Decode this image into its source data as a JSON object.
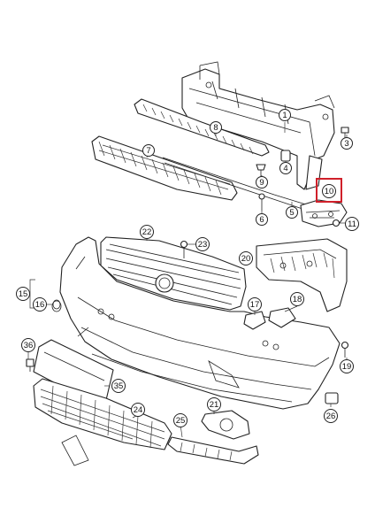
{
  "diagram": {
    "highlight_color": "#d0202a",
    "highlighted_part": "10",
    "callouts": [
      {
        "id": "c1",
        "label": "1"
      },
      {
        "id": "c3",
        "label": "3"
      },
      {
        "id": "c4",
        "label": "4"
      },
      {
        "id": "c5",
        "label": "5"
      },
      {
        "id": "c6",
        "label": "6"
      },
      {
        "id": "c7",
        "label": "7"
      },
      {
        "id": "c8",
        "label": "8"
      },
      {
        "id": "c9",
        "label": "9"
      },
      {
        "id": "c10",
        "label": "10"
      },
      {
        "id": "c11",
        "label": "11"
      },
      {
        "id": "c15",
        "label": "15"
      },
      {
        "id": "c16",
        "label": "16"
      },
      {
        "id": "c17",
        "label": "17"
      },
      {
        "id": "c18",
        "label": "18"
      },
      {
        "id": "c19",
        "label": "19"
      },
      {
        "id": "c20",
        "label": "20"
      },
      {
        "id": "c21",
        "label": "21"
      },
      {
        "id": "c22",
        "label": "22"
      },
      {
        "id": "c23",
        "label": "23"
      },
      {
        "id": "c24",
        "label": "24"
      },
      {
        "id": "c25",
        "label": "25"
      },
      {
        "id": "c26",
        "label": "26"
      },
      {
        "id": "c35",
        "label": "35"
      },
      {
        "id": "c36",
        "label": "36"
      }
    ]
  }
}
